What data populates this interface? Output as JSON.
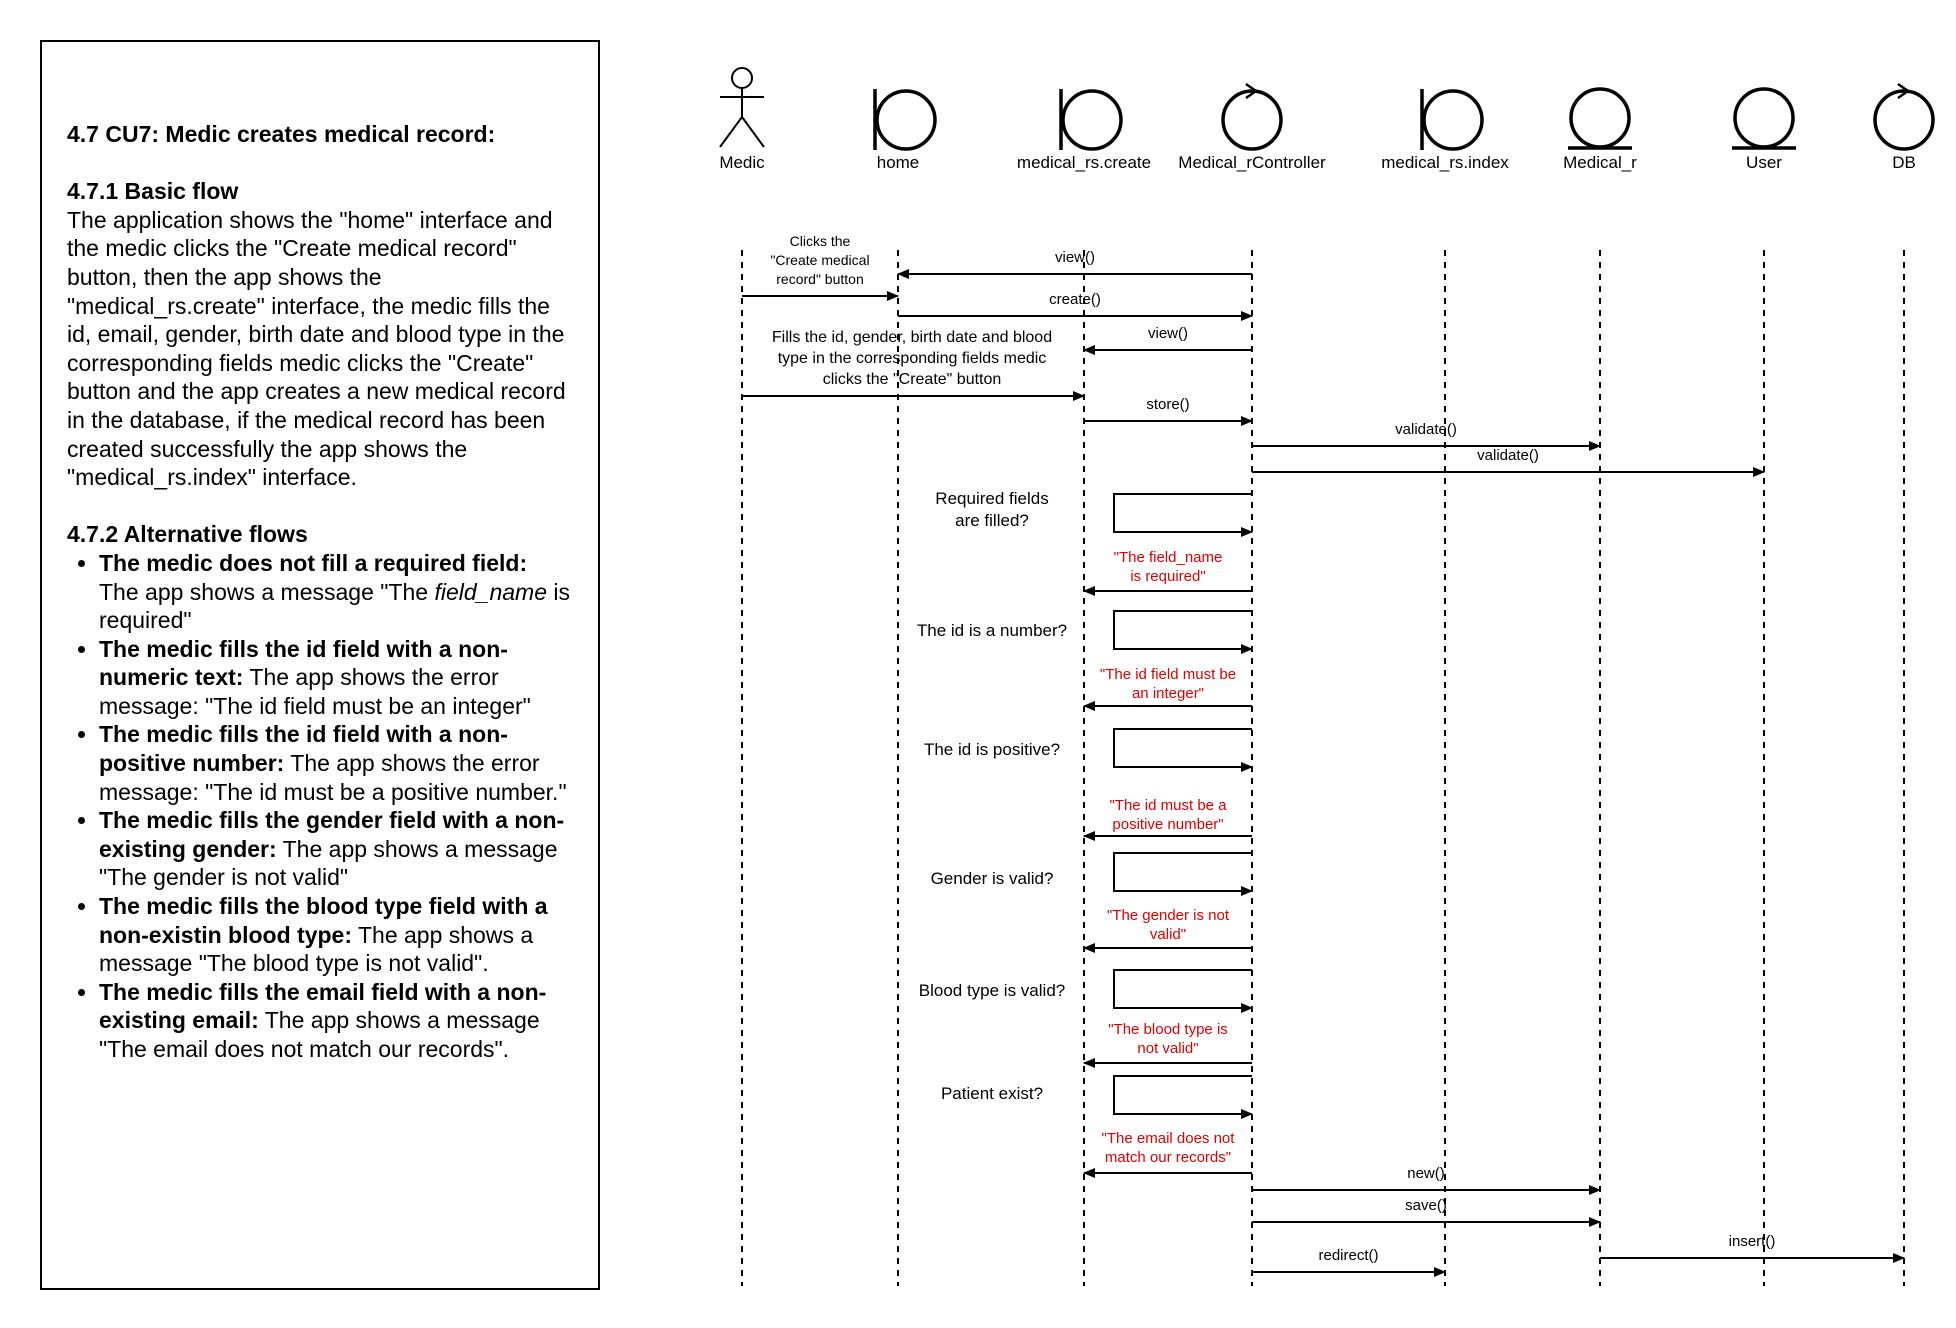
{
  "document": {
    "title": "4.7 CU7: Medic creates medical record:",
    "basic_flow_heading": "4.7.1 Basic flow",
    "basic_flow_text": "The application shows the \"home\" interface and the medic clicks the \"Create medical record\" button, then the app shows the \"medical_rs.create\" interface, the medic fills the id, email, gender, birth date and blood type in the corresponding fields medic clicks the \"Create\" button and the app creates a new medical record in the database, if the medical record has been created successfully the app shows the \"medical_rs.index\" interface.",
    "alt_flows_heading": "4.7.2 Alternative flows",
    "alt_flows": [
      {
        "bold": "The medic does not fill a required field:",
        "pre": " The app shows a message \"The ",
        "italic": "field_name",
        "post": " is required\""
      },
      {
        "bold": "The medic fills the id field with a non-numeric text:",
        "pre": " The app shows the error message: \"The id field must be an integer\"",
        "italic": "",
        "post": ""
      },
      {
        "bold": "The medic fills the id field with a non-positive number:",
        "pre": " The app shows the error message: \"The id must be a positive number.\"",
        "italic": "",
        "post": ""
      },
      {
        "bold": "The medic fills the gender field with a non-existing gender:",
        "pre": " The app shows a message \"The gender is not valid\"",
        "italic": "",
        "post": ""
      },
      {
        "bold": "The medic fills the blood type field with a non-existin blood type:",
        "pre": " The app shows a message \"The blood type is not valid\".",
        "italic": "",
        "post": ""
      },
      {
        "bold": "The medic fills the email field with a non-existing email:",
        "pre": " The app shows a message \"The email does not match our records\".",
        "italic": "",
        "post": ""
      }
    ]
  },
  "colors": {
    "line": "#000000",
    "error_text": "#e00000"
  },
  "participants": [
    {
      "id": "medic",
      "label": "Medic",
      "kind": "actor"
    },
    {
      "id": "home",
      "label": "home",
      "kind": "boundary"
    },
    {
      "id": "create",
      "label": "medical_rs.create",
      "kind": "boundary"
    },
    {
      "id": "controller",
      "label": "Medical_rController",
      "kind": "control"
    },
    {
      "id": "index",
      "label": "medical_rs.index",
      "kind": "boundary"
    },
    {
      "id": "medical_r",
      "label": "Medical_r",
      "kind": "entity"
    },
    {
      "id": "user",
      "label": "User",
      "kind": "entity"
    },
    {
      "id": "db",
      "label": "DB",
      "kind": "control"
    }
  ],
  "messages": [
    {
      "from": "medic",
      "to": "home",
      "label": "",
      "note": [
        "Clicks the",
        "\"Create medical",
        "record\" button"
      ]
    },
    {
      "from": "controller",
      "to": "home",
      "label": "view()"
    },
    {
      "from": "home",
      "to": "controller",
      "label": "create()"
    },
    {
      "from": "controller",
      "to": "create",
      "label": "view()"
    },
    {
      "from": "medic",
      "to": "create",
      "label": "",
      "note": [
        "Fills the id, gender, birth date and blood",
        "type in the corresponding fields medic",
        "clicks the \"Create\" button"
      ]
    },
    {
      "from": "create",
      "to": "controller",
      "label": "store()"
    },
    {
      "from": "controller",
      "to": "medical_r",
      "label": "validate()"
    },
    {
      "from": "controller",
      "to": "user",
      "label": "validate()"
    },
    {
      "from": "controller",
      "to": "medical_r",
      "label": "new()"
    },
    {
      "from": "controller",
      "to": "medical_r",
      "label": "save()"
    },
    {
      "from": "medical_r",
      "to": "db",
      "label": "insert()"
    },
    {
      "from": "controller",
      "to": "index",
      "label": "redirect()"
    }
  ],
  "validations": [
    {
      "question": [
        "Required fields",
        "are filled?"
      ],
      "error": [
        "\"The field_name",
        "is required\""
      ]
    },
    {
      "question": [
        "The id is a number?"
      ],
      "error": [
        "\"The id field must be",
        "an integer\""
      ]
    },
    {
      "question": [
        "The id is positive?"
      ],
      "error": [
        "\"The id must be a",
        "positive number\""
      ]
    },
    {
      "question": [
        "Gender is valid?"
      ],
      "error": [
        "\"The gender is not",
        "valid\""
      ]
    },
    {
      "question": [
        "Blood type is valid?"
      ],
      "error": [
        "\"The blood type is",
        "not valid\""
      ]
    },
    {
      "question": [
        "Patient exist?"
      ],
      "error": [
        "\"The email does not",
        "match our records\""
      ]
    }
  ]
}
